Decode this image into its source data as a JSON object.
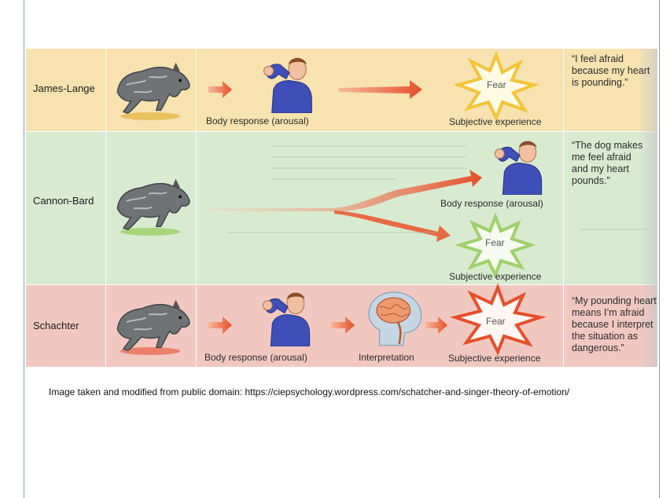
{
  "rows": [
    {
      "label": "James-Lange",
      "captions": {
        "body": "Body response (arousal)",
        "subjective": "Subjective experience"
      },
      "fear": "Fear",
      "quote": [
        "“I feel afraid",
        "because my heart",
        "is pounding.”"
      ]
    },
    {
      "label": "Cannon-Bard",
      "captions": {
        "body": "Body response (arousal)",
        "subjective": "Subjective experience"
      },
      "fear": "Fear",
      "quote": [
        "“The dog makes",
        "me feel afraid",
        "and my heart",
        "pounds.”"
      ]
    },
    {
      "label": "Schachter",
      "captions": {
        "body": "Body response (arousal)",
        "interpretation": "Interpretation",
        "subjective": "Subjective experience"
      },
      "fear": "Fear",
      "quote": [
        "“My pounding heart",
        "means I’m afraid",
        "because I interpret",
        "the situation as",
        "dangerous.”"
      ]
    }
  ],
  "source_note": "Image taken and modified from public domain: https://ciepsychology.wordpress.com/schatcher-and-singer-theory-of-emotion/",
  "colors": {
    "row1": "#f7e2b0",
    "row2": "#d8ead0",
    "row3": "#f1c8c0",
    "arrow": "#e4502a",
    "frame": "#8a9bb5"
  },
  "icons": [
    "dog-icon",
    "person-icon",
    "fear-burst-icon",
    "brain-icon",
    "arrow-icon"
  ]
}
